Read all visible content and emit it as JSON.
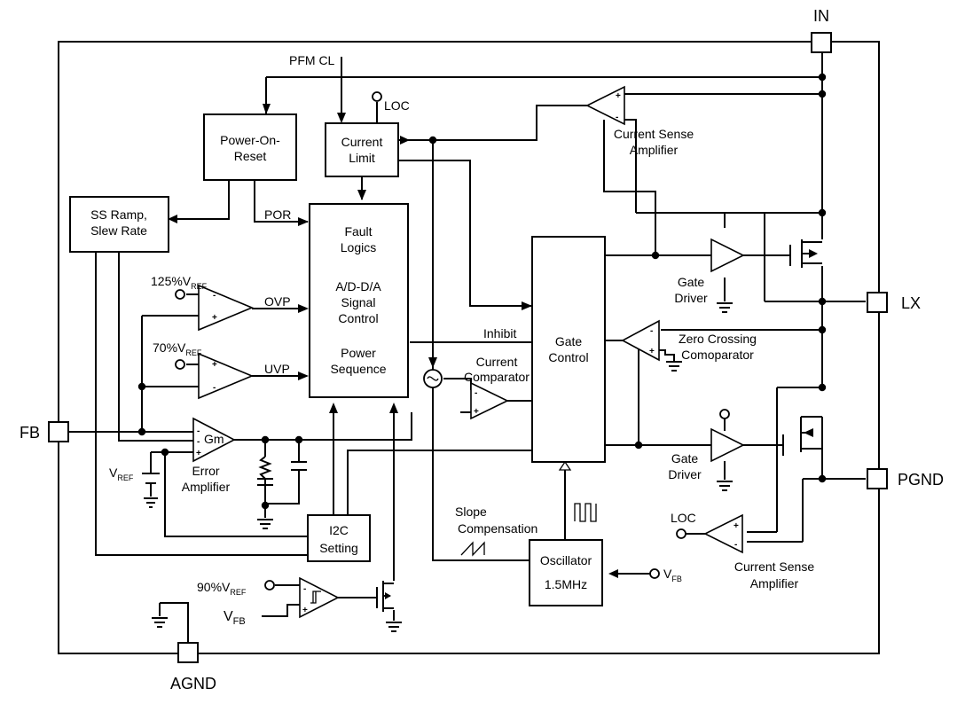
{
  "pins": {
    "in": "IN",
    "lx": "LX",
    "pgnd": "PGND",
    "fb": "FB",
    "agnd": "AGND"
  },
  "blocks": {
    "power_on_reset": [
      "Power-On-",
      "Reset"
    ],
    "current_limit": [
      "Current",
      "Limit"
    ],
    "ss_ramp": [
      "SS Ramp,",
      "Slew Rate"
    ],
    "fault_logic": [
      "Fault",
      "Logics",
      "A/D-D/A",
      "Signal",
      "Control",
      "Power",
      "Sequence"
    ],
    "gate_control": [
      "Gate",
      "Control"
    ],
    "i2c": [
      "I2C",
      "Setting"
    ],
    "oscillator": [
      "Oscillator",
      "1.5MHz"
    ]
  },
  "labels": {
    "pfm_cl": "PFM CL",
    "loc_top": "LOC",
    "loc_bottom": "LOC",
    "por": "POR",
    "pct125": "125%V",
    "pct70": "70%V",
    "pct90": "90%V",
    "ref_sub": "REF",
    "fb_sub": "FB",
    "vref_main": "V",
    "vfb_main": "V",
    "vfb_osc_main": "V",
    "ovp": "OVP",
    "uvp": "UVP",
    "inhibit": "Inhibit",
    "gm": "Gm",
    "error_amp": [
      "Error",
      "Amplifier"
    ],
    "current_comparator": [
      "Current",
      "Comparator"
    ],
    "current_sense_top": [
      "Current Sense",
      "Amplifier"
    ],
    "current_sense_bottom": [
      "Current Sense",
      "Amplifier"
    ],
    "gate_driver_top": [
      "Gate",
      "Driver"
    ],
    "gate_driver_bottom": [
      "Gate",
      "Driver"
    ],
    "zero_crossing": [
      "Zero Crossing",
      "Comoparator"
    ],
    "slope_comp": [
      "Slope",
      "Compensation"
    ],
    "plus": "+",
    "minus": "-"
  }
}
